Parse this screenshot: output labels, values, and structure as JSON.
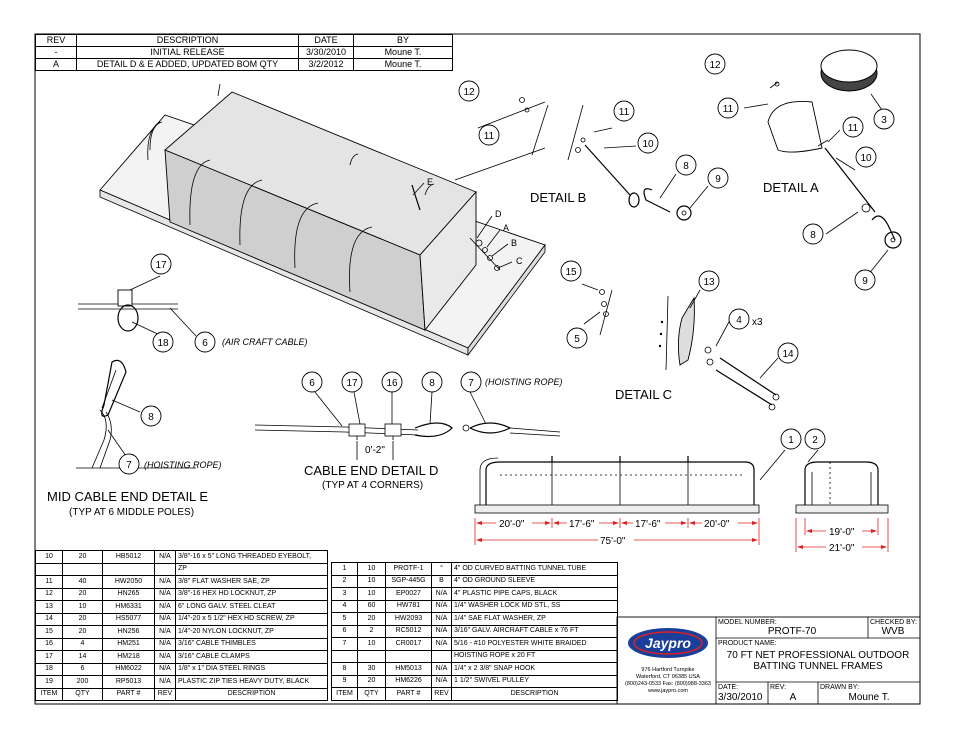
{
  "revision_table": {
    "headers": [
      "REV",
      "DESCRIPTION",
      "DATE",
      "BY"
    ],
    "rows": [
      [
        "-",
        "INITIAL RELEASE",
        "3/30/2010",
        "Moune  T."
      ],
      [
        "A",
        "DETAIL D & E ADDED, UPDATED BOM QTY",
        "3/2/2012",
        "Moune  T."
      ]
    ]
  },
  "details": {
    "a": "DETAIL  A",
    "b": "DETAIL  B",
    "c": "DETAIL  C",
    "d_title": "CABLE END DETAIL D",
    "d_sub": "(TYP AT 4 CORNERS)",
    "e_title": "MID CABLE END DETAIL E",
    "e_sub": "(TYP AT 6 MIDDLE POLES)"
  },
  "iso_letters": [
    "E",
    "D",
    "A",
    "B",
    "C"
  ],
  "callouts": {
    "aircraft_cable": "(AIR CRAFT CABLE)",
    "hoisting_rope": "(HOISTING ROPE)",
    "x3": "x3",
    "gap": "0'-2\""
  },
  "balloons": [
    "1",
    "2",
    "3",
    "4",
    "5",
    "6",
    "7",
    "8",
    "9",
    "10",
    "11",
    "12",
    "13",
    "14",
    "15",
    "16",
    "17",
    "18"
  ],
  "dimensions": {
    "seg1": "20'-0\"",
    "seg2": "17'-6\"",
    "seg3": "17'-6\"",
    "seg4": "20'-0\"",
    "overall": "75'-0\"",
    "width_inner": "19'-0\"",
    "width_outer": "21'-0\""
  },
  "bom_left": [
    [
      "10",
      "20",
      "HB5012",
      "N/A",
      "3/8\"-16 x 5\" LONG THREADED EYEBOLT,"
    ],
    [
      "",
      "",
      "",
      "",
      "ZP"
    ],
    [
      "11",
      "40",
      "HW2050",
      "N/A",
      "3/8\" FLAT WASHER SAE, ZP"
    ],
    [
      "12",
      "20",
      "HN265",
      "N/A",
      "3/8\"-16 HEX HD LOCKNUT, ZP"
    ],
    [
      "13",
      "10",
      "HM6331",
      "N/A",
      "6\" LONG GALV. STEEL CLEAT"
    ],
    [
      "14",
      "20",
      "HS5077",
      "N/A",
      "1/4\"-20 x 5 1/2\"  HEX HD SCREW, ZP"
    ],
    [
      "15",
      "20",
      "HN256",
      "N/A",
      "1/4\"-20 NYLON LOCKNUT, ZP"
    ],
    [
      "16",
      "4",
      "HM251",
      "N/A",
      "3/16\" CABLE THIMBLES"
    ],
    [
      "17",
      "14",
      "HM218",
      "N/A",
      "3/16\" CABLE CLAMPS"
    ],
    [
      "18",
      "6",
      "HM6022",
      "N/A",
      "1/8\" x 1\" DIA STEEL RINGS"
    ],
    [
      "19",
      "200",
      "RP5013",
      "N/A",
      "PLASTIC ZIP TIES HEAVY DUTY, BLACK"
    ],
    [
      "ITEM",
      "QTY",
      "PART #",
      "REV",
      "DESCRIPTION"
    ]
  ],
  "bom_right": [
    [
      "1",
      "10",
      "PROTF-1",
      "°",
      "4\" OD CURVED BATTING TUNNEL TUBE"
    ],
    [
      "2",
      "10",
      "SGP-445G",
      "B",
      "4\" OD GROUND SLEEVE"
    ],
    [
      "3",
      "10",
      "EP0027",
      "N/A",
      "4\" PLASTIC PIPE CAPS, BLACK"
    ],
    [
      "4",
      "60",
      "HW781",
      "N/A",
      "1/4\" WASHER LOCK MD STL, SS"
    ],
    [
      "5",
      "20",
      "HW2093",
      "N/A",
      "1/4\" SAE FLAT WASHER, ZP"
    ],
    [
      "6",
      "2",
      "RC5012",
      "N/A",
      "3/16\" GALV. AIRCRAFT CABLE x 76 FT"
    ],
    [
      "7",
      "10",
      "CR0017",
      "N/A",
      "5/16 - #10 POLYESTER WHITE BRAIDED"
    ],
    [
      "",
      "",
      "",
      "",
      "HOISTING ROPE x 20 FT"
    ],
    [
      "8",
      "30",
      "HM5013",
      "N/A",
      "1/4\" x 2 3/8\" SNAP HOOK"
    ],
    [
      "9",
      "20",
      "HM6226",
      "N/A",
      "1 1/2\" SWIVEL PULLEY"
    ],
    [
      "ITEM",
      "QTY",
      "PART #",
      "REV",
      "DESCRIPTION"
    ]
  ],
  "company": {
    "logo_text": "Jaypro",
    "address1": "976 Hartford Turnpike",
    "address2": "Waterford, CT 06385 USA",
    "phone": "(800)243-0533  Fax: (800)988-3363",
    "web": "www.jaypro.com"
  },
  "title_block": {
    "model_label": "MODEL NUMBER:",
    "model": "PROTF-70",
    "checked_label": "CHECKED BY:",
    "checked": "WVB",
    "product_label": "PRODUCT NAME:",
    "product_line1": "70 FT NET PROFESSIONAL OUTDOOR",
    "product_line2": "BATTING TUNNEL FRAMES",
    "date_label": "DATE:",
    "date": "3/30/2010",
    "rev_label": "REV:",
    "rev": "A",
    "drawn_label": "DRAWN BY:",
    "drawn": "Moune  T."
  },
  "colors": {
    "dimension": "#e02020",
    "logo": "#1a3f9a"
  }
}
